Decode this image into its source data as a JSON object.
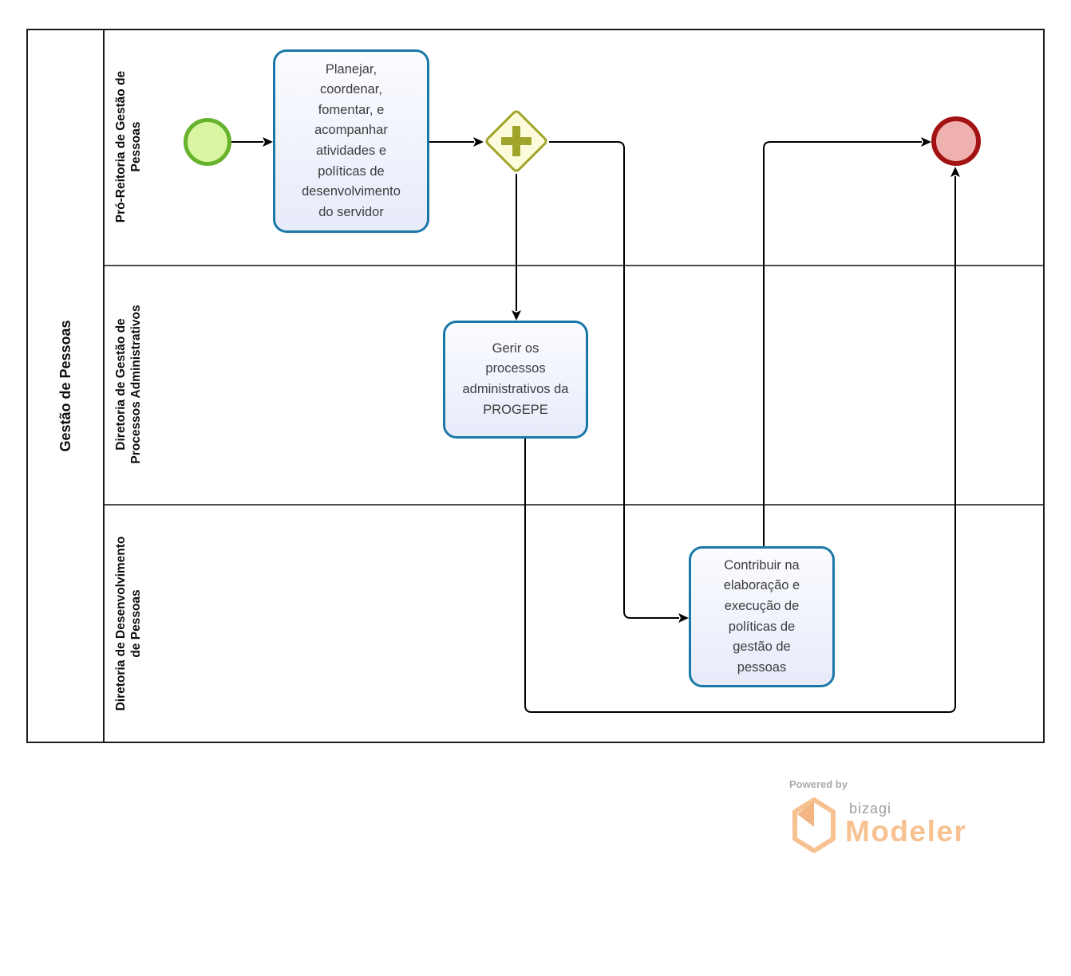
{
  "pool": {
    "label": "Gestão de Pessoas"
  },
  "lanes": [
    {
      "label": "Pró-Reitoria de Gestão de Pessoas"
    },
    {
      "label": "Diretoria de Gestão de Processos Administrativos"
    },
    {
      "label": "Diretoria de Desenvolvimento de Pessoas"
    }
  ],
  "tasks": [
    {
      "id": "task-planejar",
      "label": "Planejar, coordenar, fomentar, e acompanhar atividades e políticas de desenvolvimento do servidor",
      "lane": 0
    },
    {
      "id": "task-gerir",
      "label": "Gerir os processos administrativos da PROGEPE",
      "lane": 1
    },
    {
      "id": "task-contribuir",
      "label": "Contribuir na elaboração e execução de políticas de gestão de pessoas",
      "lane": 2
    }
  ],
  "events": {
    "start": {
      "type": "start-event",
      "lane": 0
    },
    "end": {
      "type": "end-event",
      "lane": 0
    }
  },
  "gateway": {
    "type": "parallel-gateway",
    "marker": "+",
    "lane": 0
  },
  "flows": [
    {
      "from": "start-event",
      "to": "task-planejar"
    },
    {
      "from": "task-planejar",
      "to": "parallel-gateway"
    },
    {
      "from": "parallel-gateway",
      "to": "task-gerir"
    },
    {
      "from": "parallel-gateway",
      "to": "task-contribuir"
    },
    {
      "from": "task-gerir",
      "to": "end-event"
    },
    {
      "from": "task-contribuir",
      "to": "end-event"
    }
  ],
  "footer": {
    "powered_by": "Powered by",
    "brand": "bizagi",
    "product": "Modeler"
  },
  "colors": {
    "task_border": "#1a78a8",
    "task_fill_top": "#fbfcff",
    "task_fill_bottom": "#e7ebfa",
    "task_text": "#3d3d3d",
    "start_border": "#66b22c",
    "start_fill": "#d9f5a1",
    "end_border": "#a31212",
    "end_fill": "#efb1ae",
    "gateway_border": "#a0a42a",
    "gateway_fill": "#fcfcdc",
    "pool_border": "#1c1c1c",
    "lane_line": "#4e4e4e",
    "flow_color": "#000000",
    "brand_orange": "#f7c191",
    "brand_gray": "#9e9e9e"
  }
}
